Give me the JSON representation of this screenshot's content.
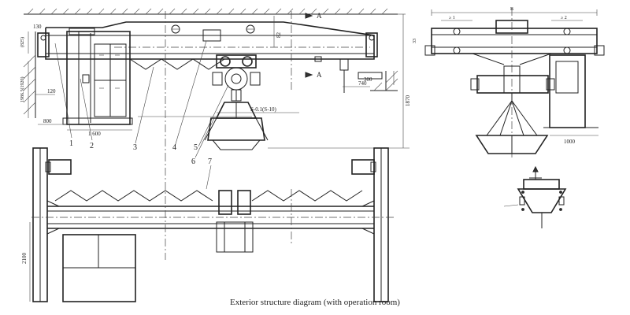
{
  "caption": "Exterior structure diagram (with operation room)",
  "part_numbers": [
    "1",
    "2",
    "3",
    "4",
    "5",
    "6",
    "7"
  ],
  "section_marks": {
    "top": "A",
    "bottom": "A"
  },
  "dimensions": {
    "d130": "130",
    "d120": "120",
    "d1600": "1 600",
    "d800": "800",
    "d740": "740",
    "d300": "300",
    "d1000": "1000",
    "d2100": "2100",
    "d1870": "1870",
    "d82": "82",
    "d33": "33",
    "d19865": "1986.5(1920)",
    "d825": "(825)",
    "s_formula": "S-0.1(S-10)",
    "top_b": "B",
    "w1": "≥ 1",
    "w2": "≥ 2"
  }
}
